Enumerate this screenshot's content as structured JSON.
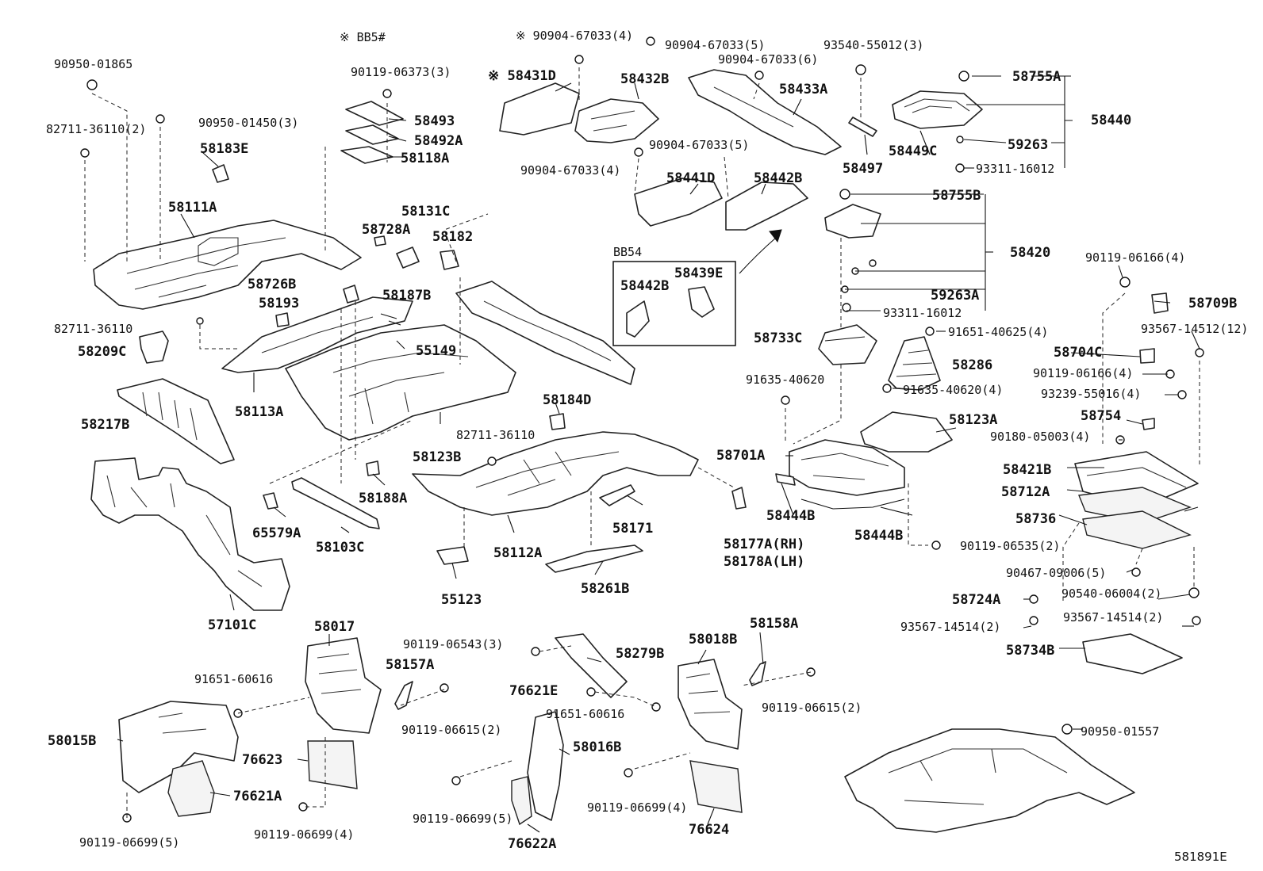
{
  "header": {
    "note_left": "※ BB5#",
    "figure_code": "581891E"
  },
  "inset": {
    "title": "BB54"
  },
  "labels": {
    "l01": "90950-01865",
    "l02": "82711-36110(2)",
    "l03": "90950-01450(3)",
    "l04": "58183E",
    "l05": "58111A",
    "l06": "82711-36110",
    "l07": "58209C",
    "l08": "58217B",
    "l09": "58113A",
    "l10": "57101C",
    "l11": "90119-06373(3)",
    "l12": "58493",
    "l13": "58492A",
    "l14": "58118A",
    "l15": "58728A",
    "l16": "58131C",
    "l17": "58182",
    "l18": "58726B",
    "l19": "58193",
    "l20": "58187B",
    "l21": "55149",
    "l22": "58123B",
    "l23": "58188A",
    "l24": "65579A",
    "l25": "58103C",
    "l26": "※ 90904-67033(4)",
    "l27": "90904-67033(5)",
    "l28": "※ 58431D",
    "l29": "58432B",
    "l30": "90904-67033(6)",
    "l31": "58433A",
    "l32": "90904-67033(5)",
    "l33": "90904-67033(4)",
    "l34": "58441D",
    "l35": "58442B",
    "l36": "58442B",
    "l37": "58439E",
    "l38": "93540-55012(3)",
    "l39": "58497",
    "l40": "58755A",
    "l41": "58449C",
    "l42": "59263",
    "l43": "58440",
    "l44": "93311-16012",
    "l45": "58755B",
    "l46": "58420",
    "l47": "59263A",
    "l48": "93311-16012",
    "l49": "82711-36110",
    "l50": "58184D",
    "l51": "58112A",
    "l52": "58171",
    "l53": "55123",
    "l54": "58261B",
    "l55": "58177A(RH)",
    "l56": "58178A(LH)",
    "l57": "58733C",
    "l58": "91651-40625(4)",
    "l59": "58286",
    "l60": "91635-40620",
    "l61": "91635-40620(4)",
    "l62": "58123A",
    "l63": "58701A",
    "l64": "58444B",
    "l65": "58444B",
    "l66": "90119-06166(4)",
    "l67": "58709B",
    "l68": "93567-14512(12)",
    "l69": "58704C",
    "l70": "90119-06166(4)",
    "l71": "93239-55016(4)",
    "l72": "58754",
    "l73": "90180-05003(4)",
    "l74": "58421B",
    "l75": "58712A",
    "l76": "58736",
    "l77": "90119-06535(2)",
    "l78": "90467-09006(5)",
    "l79": "90540-06004(2)",
    "l80": "58724A",
    "l81": "93567-14514(2)",
    "l82": "93567-14514(2)",
    "l83": "58734B",
    "l84": "58017",
    "l85": "91651-60616",
    "l86": "58015B",
    "l87": "76623",
    "l88": "76621A",
    "l89": "90119-06699(5)",
    "l90": "90119-06699(4)",
    "l91": "90119-06543(3)",
    "l92": "58157A",
    "l93": "90119-06615(2)",
    "l94": "58279B",
    "l95": "76621E",
    "l96": "91651-60616",
    "l97": "58016B",
    "l98": "90119-06699(5)",
    "l99": "76622A",
    "l100": "58158A",
    "l101": "58018B",
    "l102": "90119-06615(2)",
    "l103": "90119-06699(4)",
    "l104": "76624",
    "l105": "90950-01557"
  }
}
